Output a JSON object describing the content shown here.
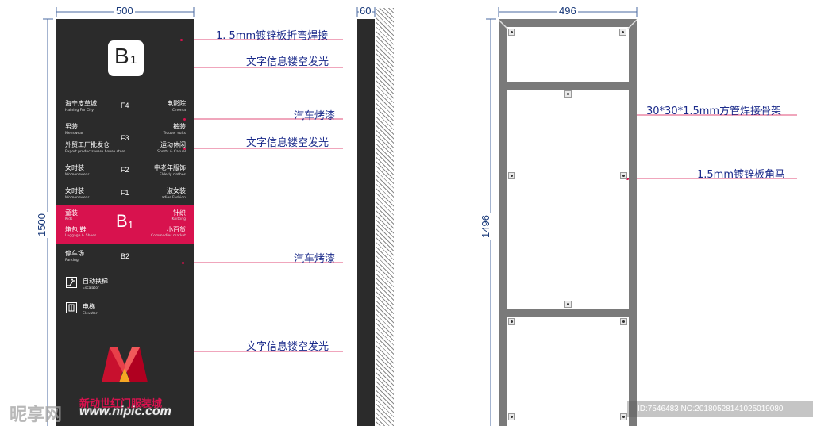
{
  "dimensions": {
    "panel_width": "500",
    "panel_height": "1500",
    "side_thickness": "60",
    "frame_width": "496",
    "frame_height": "1496"
  },
  "panel": {
    "top_sign": {
      "letter": "B",
      "subscript": "1"
    },
    "floors": [
      {
        "left_zh": "海宁皮草城",
        "left_en": "Haining Fur City",
        "code": "F4",
        "right_zh": "电影院",
        "right_en": "Cinema"
      },
      {
        "left_zh": "男装",
        "left_en": "Menswear",
        "code": "",
        "right_zh": "裤装",
        "right_en": "Trouser suits"
      },
      {
        "left_zh": "外贸工厂批发仓",
        "left_en": "Export products ware house store",
        "code": "F3",
        "right_zh": "运动休闲",
        "right_en": "Sports & Casual"
      },
      {
        "left_zh": "女时装",
        "left_en": "Womenswear",
        "code": "F2",
        "right_zh": "中老年服饰",
        "right_en": "Elderly clothes"
      },
      {
        "left_zh": "女时装",
        "left_en": "Womenswear",
        "code": "F1",
        "right_zh": "淑女装",
        "right_en": "Ladies   Fashion"
      }
    ],
    "highlight": {
      "row1": {
        "left_zh": "童装",
        "left_en": "Kids",
        "right_zh": "针织",
        "right_en": "Knitting"
      },
      "row2": {
        "left_zh": "箱包 鞋",
        "left_en": "Luggage & Shoes",
        "right_zh": "小百货",
        "right_en": "Commodies market"
      },
      "code_letter": "B",
      "code_sub": "1"
    },
    "parking": {
      "zh": "停车场",
      "en": "Parking",
      "code": "B2"
    },
    "facilities": [
      {
        "zh": "自动扶梯",
        "en": "Escalator",
        "icon": "escalator-icon"
      },
      {
        "zh": "电梯",
        "en": "Elevator",
        "icon": "elevator-icon"
      }
    ],
    "logo_icon": "m-logo-icon",
    "bottom_text": "新动世红门服装城"
  },
  "callouts": [
    "1. 5mm镀锌板折弯焊接",
    "文字信息镂空发光",
    "汽车烤漆",
    "文字信息镂空发光",
    "汽车烤漆",
    "文字信息镂空发光",
    "30*30*1.5mm方管焊接骨架",
    "1.5mm镀锌板角马"
  ],
  "watermark": {
    "brand": "昵享网",
    "url": "www.nipic.com",
    "id_text": "ID:7546483 NO:20180528141025019080"
  },
  "colors": {
    "panel": "#2b2b2b",
    "accent": "#d8124e",
    "callout_text": "#1a2a8a",
    "frame": "#7a7a7a"
  }
}
